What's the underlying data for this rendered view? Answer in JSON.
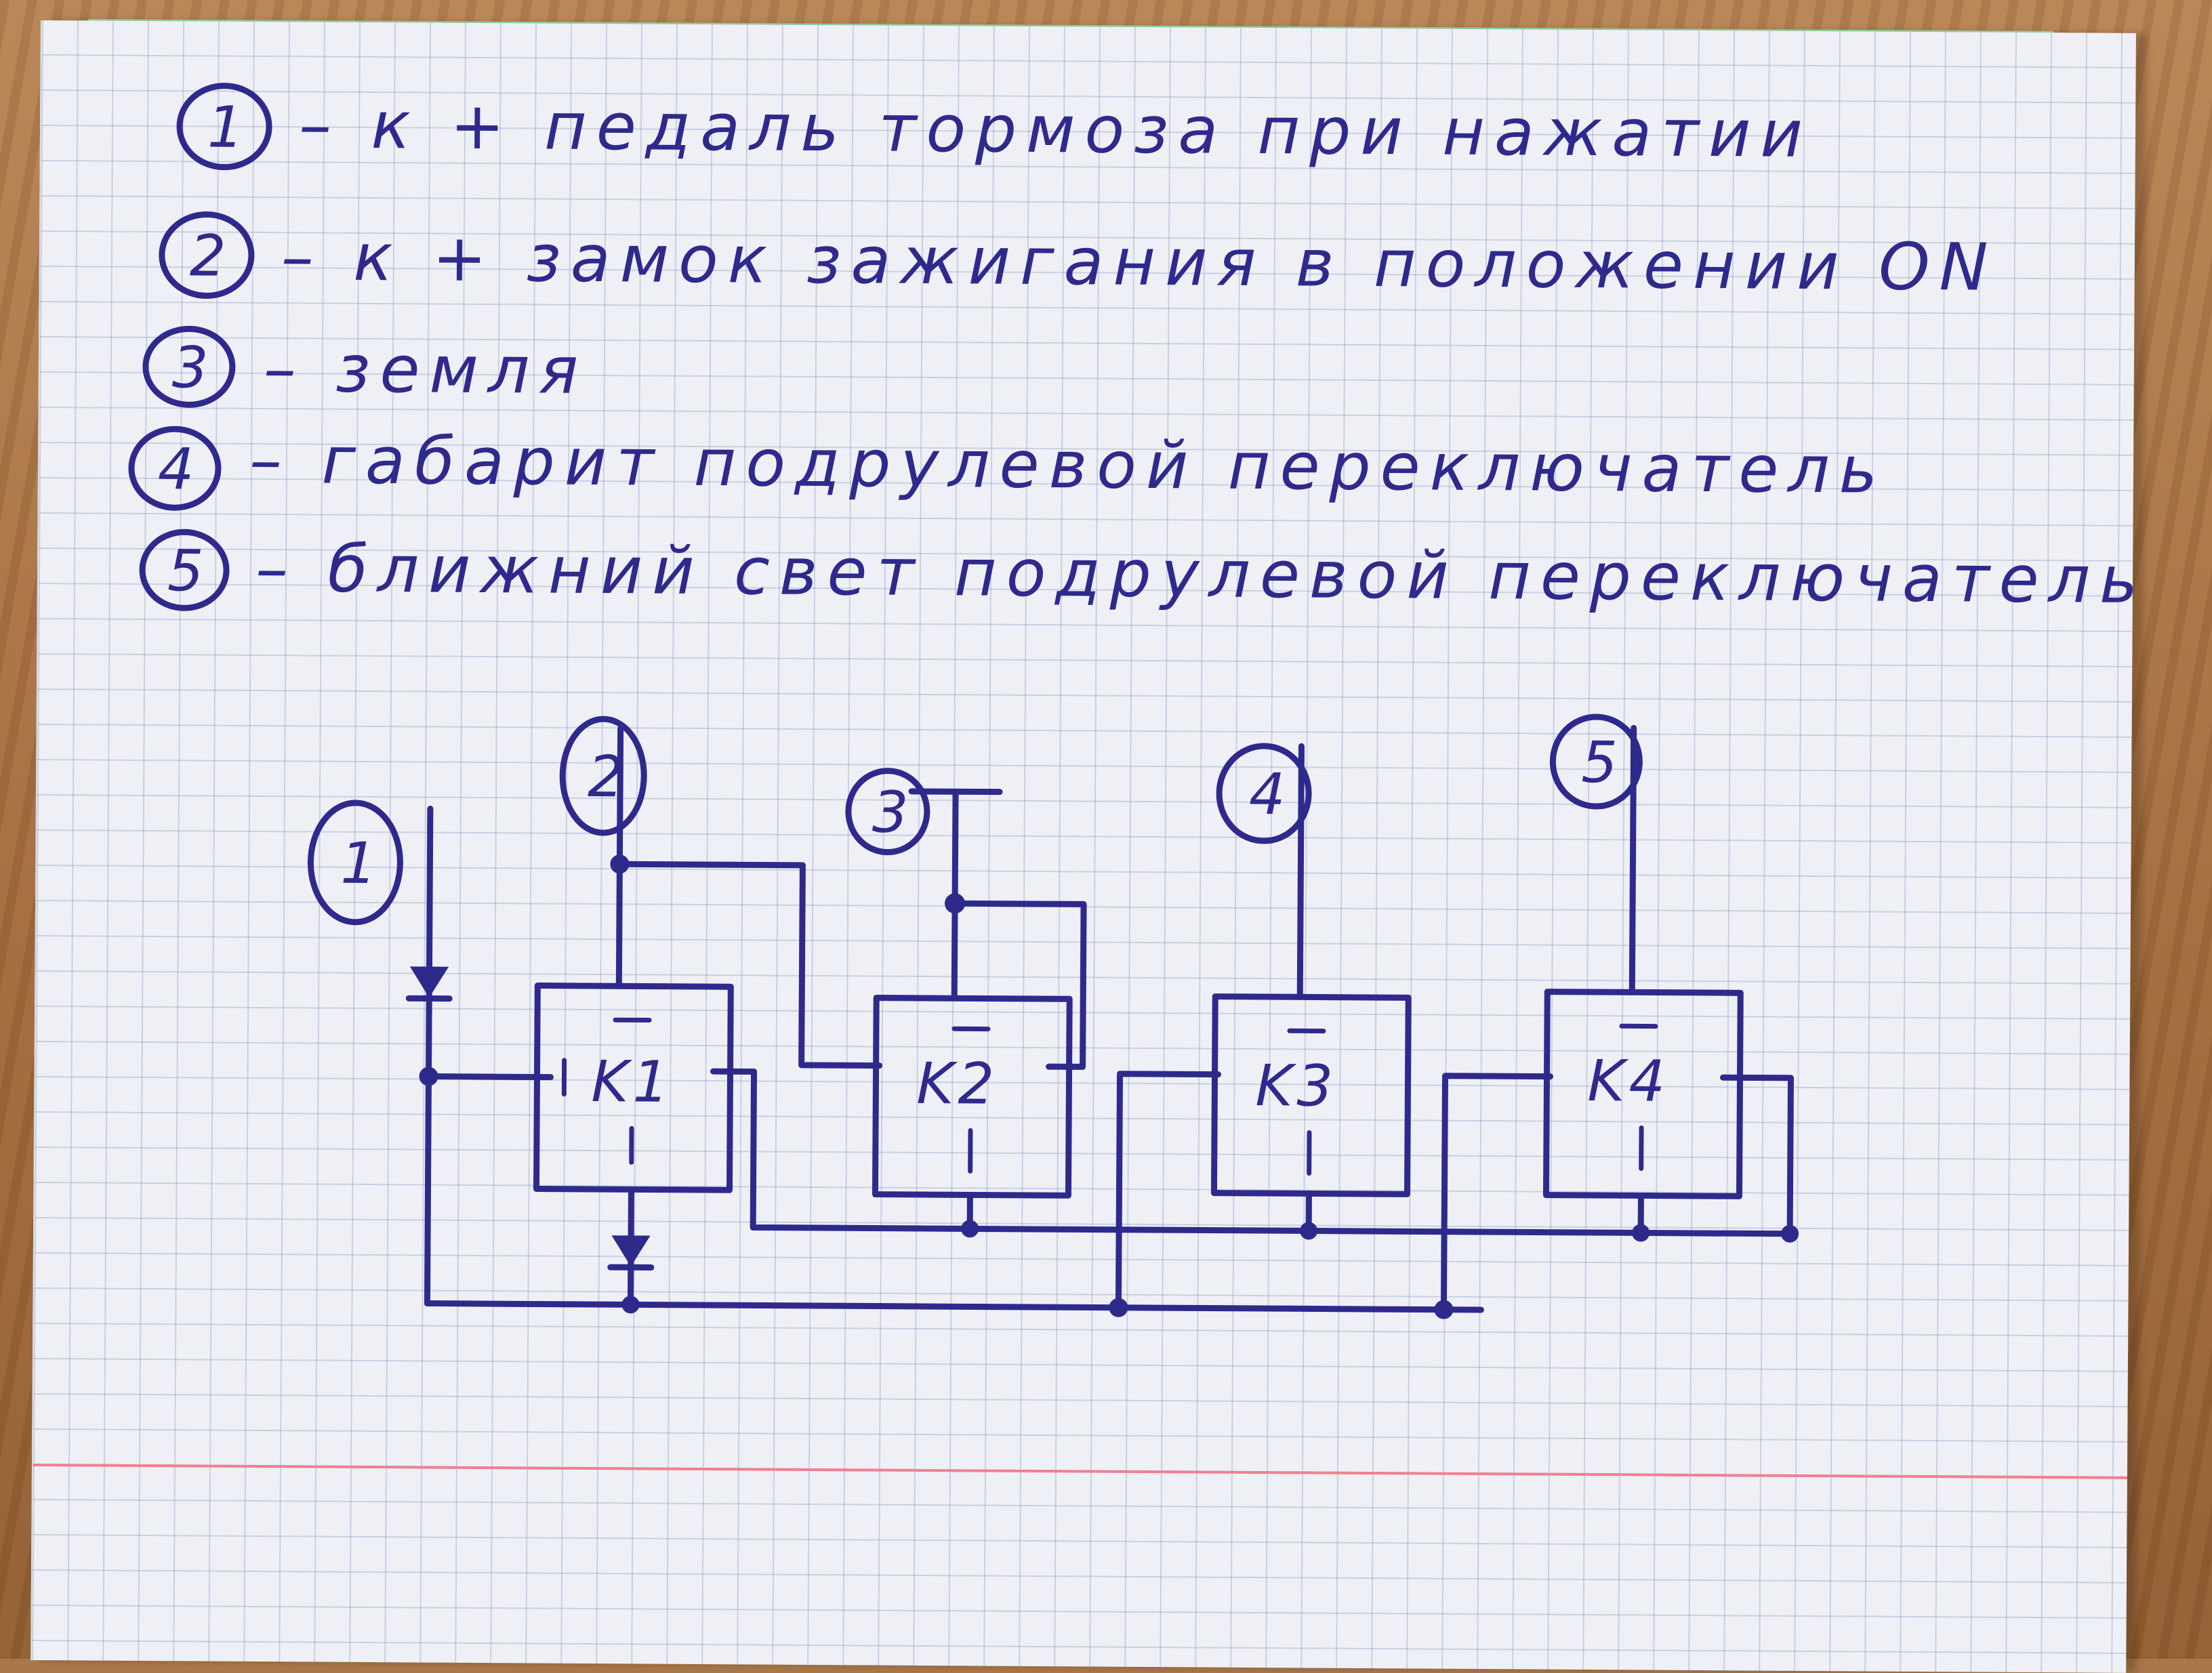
{
  "legend": [
    {
      "num": "1",
      "text": "– к + педаль тормоза при нажатии"
    },
    {
      "num": "2",
      "text": "– к + замок зажигания в положении ON"
    },
    {
      "num": "3",
      "text": "– земля"
    },
    {
      "num": "4",
      "text": "– габарит подрулевой переключатель"
    },
    {
      "num": "5",
      "text": "– ближний свет подрулевой переключатель"
    }
  ],
  "schematic": {
    "terminals": [
      "1",
      "2",
      "3",
      "4",
      "5"
    ],
    "relays": [
      "K1",
      "K2",
      "K3",
      "K4"
    ]
  },
  "colors": {
    "ink": "#2e2a8c",
    "grid": "#8296be",
    "margin": "#f08090",
    "paper": "#eef0f6"
  }
}
